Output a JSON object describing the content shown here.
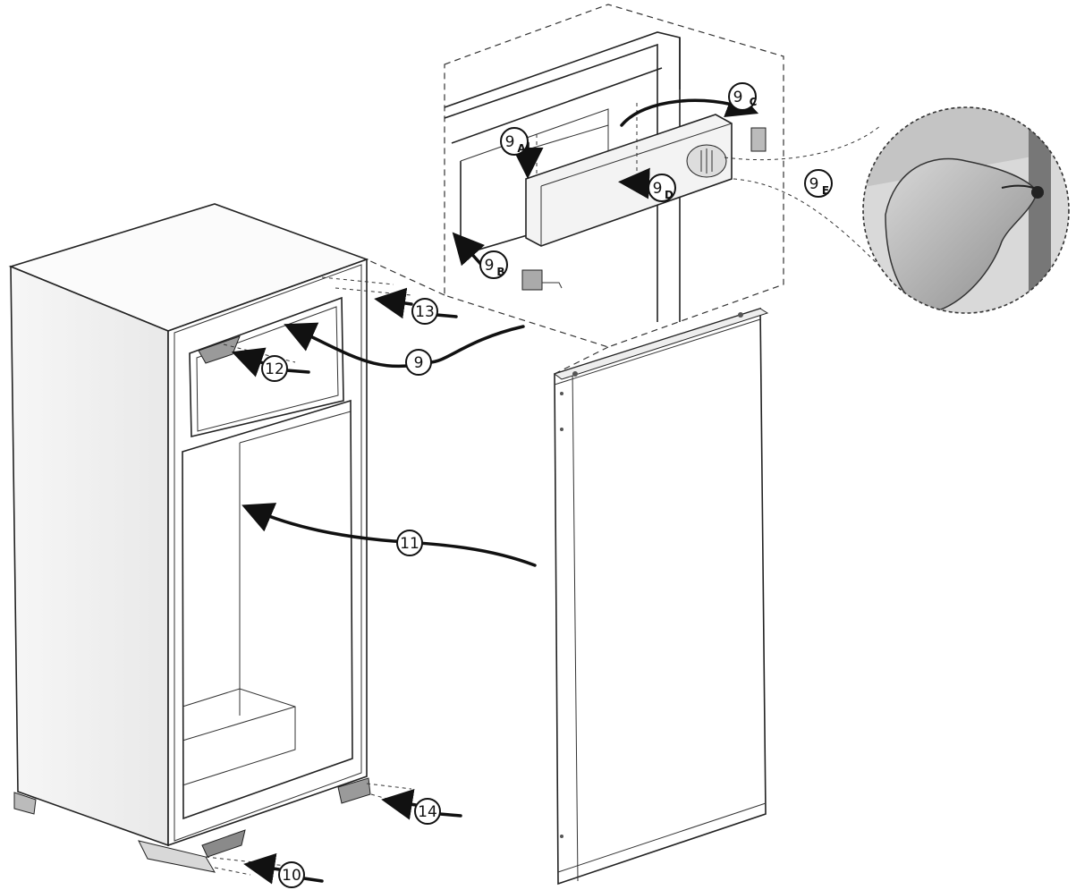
{
  "callouts": {
    "c9": "9",
    "c9a": "9",
    "c9a_sub": "A",
    "c9b": "9",
    "c9b_sub": "B",
    "c9c": "9",
    "c9c_sub": "C",
    "c9d": "9",
    "c9d_sub": "D",
    "c9e": "9",
    "c9e_sub": "E",
    "c10": "10",
    "c11": "11",
    "c12": "12",
    "c13": "13",
    "c14": "14"
  }
}
